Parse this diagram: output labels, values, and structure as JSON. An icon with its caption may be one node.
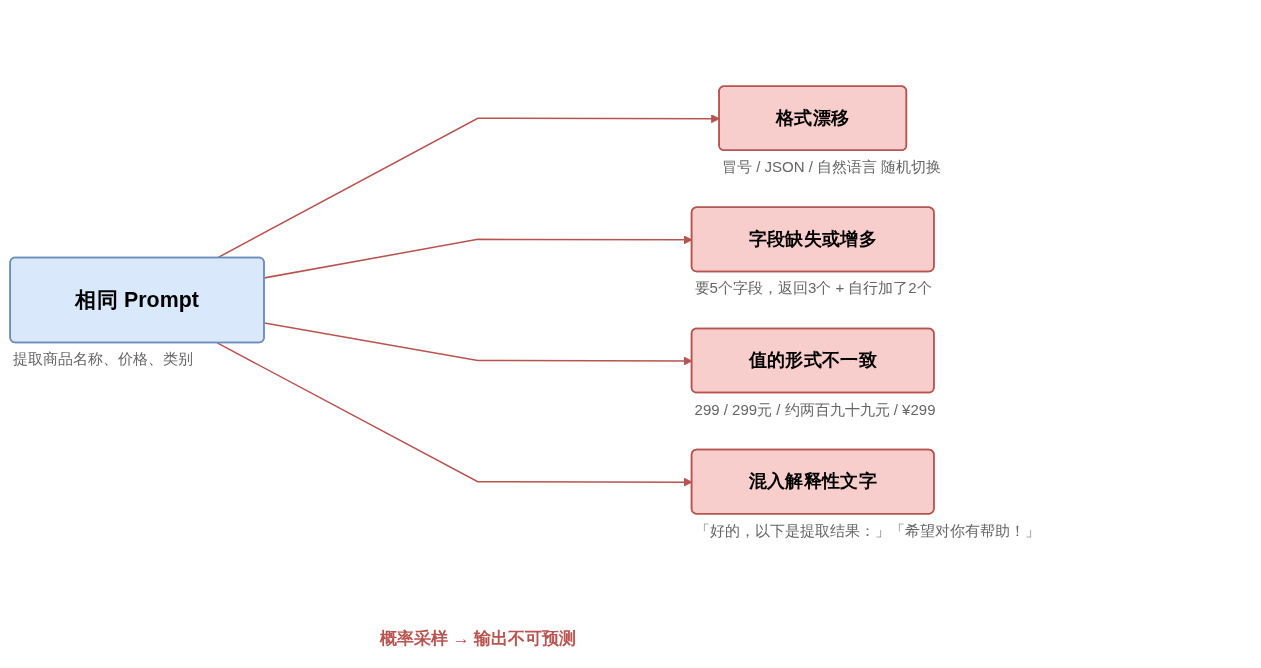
{
  "diagram": {
    "caption": "概率采样 → 输出不可预测",
    "nodes": [
      {
        "text": [
          "相同 Prompt"
        ],
        "beside": [
          "提取商品名称、价格、类别"
        ]
      },
      {
        "text": [
          "格式漂移"
        ],
        "beside": [
          "冒号 / JSON / 自然语言 随机切换"
        ]
      },
      {
        "text": [
          "字段缺失或增多"
        ],
        "beside": [
          "要5个字段，返回3个 + 自行加了2个"
        ]
      },
      {
        "text": [
          "值的形式不一致"
        ],
        "beside": [
          "299 / 299元 / 约两百九十九元 / ¥299"
        ]
      },
      {
        "text": [
          "混入解释性文字"
        ],
        "beside": [
          "「好的，以下是提取结果：」「希望对你有帮助！」"
        ]
      }
    ],
    "edges": [
      {
        "from": 0,
        "to": 1,
        "arrow": "to"
      },
      {
        "from": 0,
        "to": 2,
        "arrow": "to"
      },
      {
        "from": 0,
        "to": 3,
        "arrow": "to"
      },
      {
        "from": 0,
        "to": 4,
        "arrow": "to"
      }
    ]
  }
}
